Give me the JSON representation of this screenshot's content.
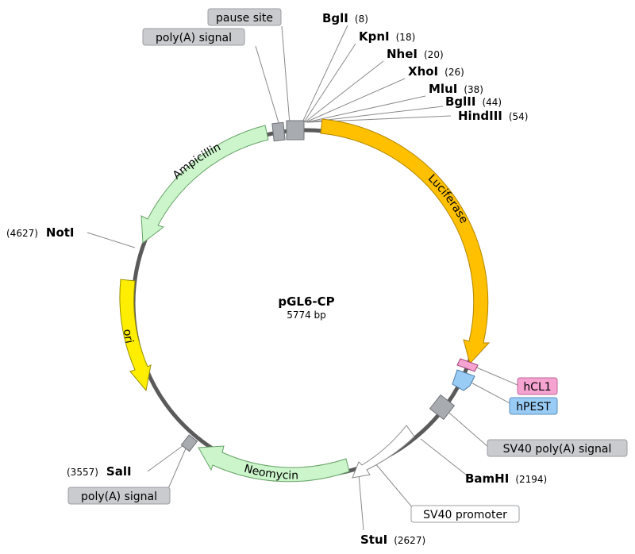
{
  "plasmid": {
    "name": "pGL6-CP",
    "size_label": "5774 bp"
  },
  "features": {
    "luciferase": "Luciferase",
    "ampicillin": "Ampicillin",
    "ori": "ori",
    "neomycin": "Neomycin"
  },
  "site_labels": {
    "pause_site": "pause site",
    "polyA_top": "poly(A) signal",
    "hCL1": "hCL1",
    "hPEST": "hPEST",
    "sv40_polyA": "SV40 poly(A) signal",
    "sv40_promoter": "SV40 promoter",
    "polyA_bottom": "poly(A) signal"
  },
  "enzymes": {
    "bglI": {
      "name": "BglI",
      "pos": "(8)"
    },
    "kpnI": {
      "name": "KpnI",
      "pos": "(18)"
    },
    "nheI": {
      "name": "NheI",
      "pos": "(20)"
    },
    "xhoI": {
      "name": "XhoI",
      "pos": "(26)"
    },
    "mluI": {
      "name": "MluI",
      "pos": "(38)"
    },
    "bglII": {
      "name": "BglII",
      "pos": "(44)"
    },
    "hindIII": {
      "name": "HindIII",
      "pos": "(54)"
    },
    "notI": {
      "name": "NotI",
      "pos": "(4627)"
    },
    "salI": {
      "name": "SalI",
      "pos": "(3557)"
    },
    "bamHI": {
      "name": "BamHI",
      "pos": "(2194)"
    },
    "stuI": {
      "name": "StuI",
      "pos": "(2627)"
    }
  },
  "colors": {
    "backbone": "#5a5a5a",
    "luciferase": "#ffc000",
    "ampicillin": "#ccf5cc",
    "ori": "#ffee00",
    "neomycin": "#ccf5cc",
    "hCL1": "#f5a3d0",
    "hPEST": "#99ccf5",
    "regulatory": "#a8acb0",
    "promoter": "#ffffff"
  }
}
